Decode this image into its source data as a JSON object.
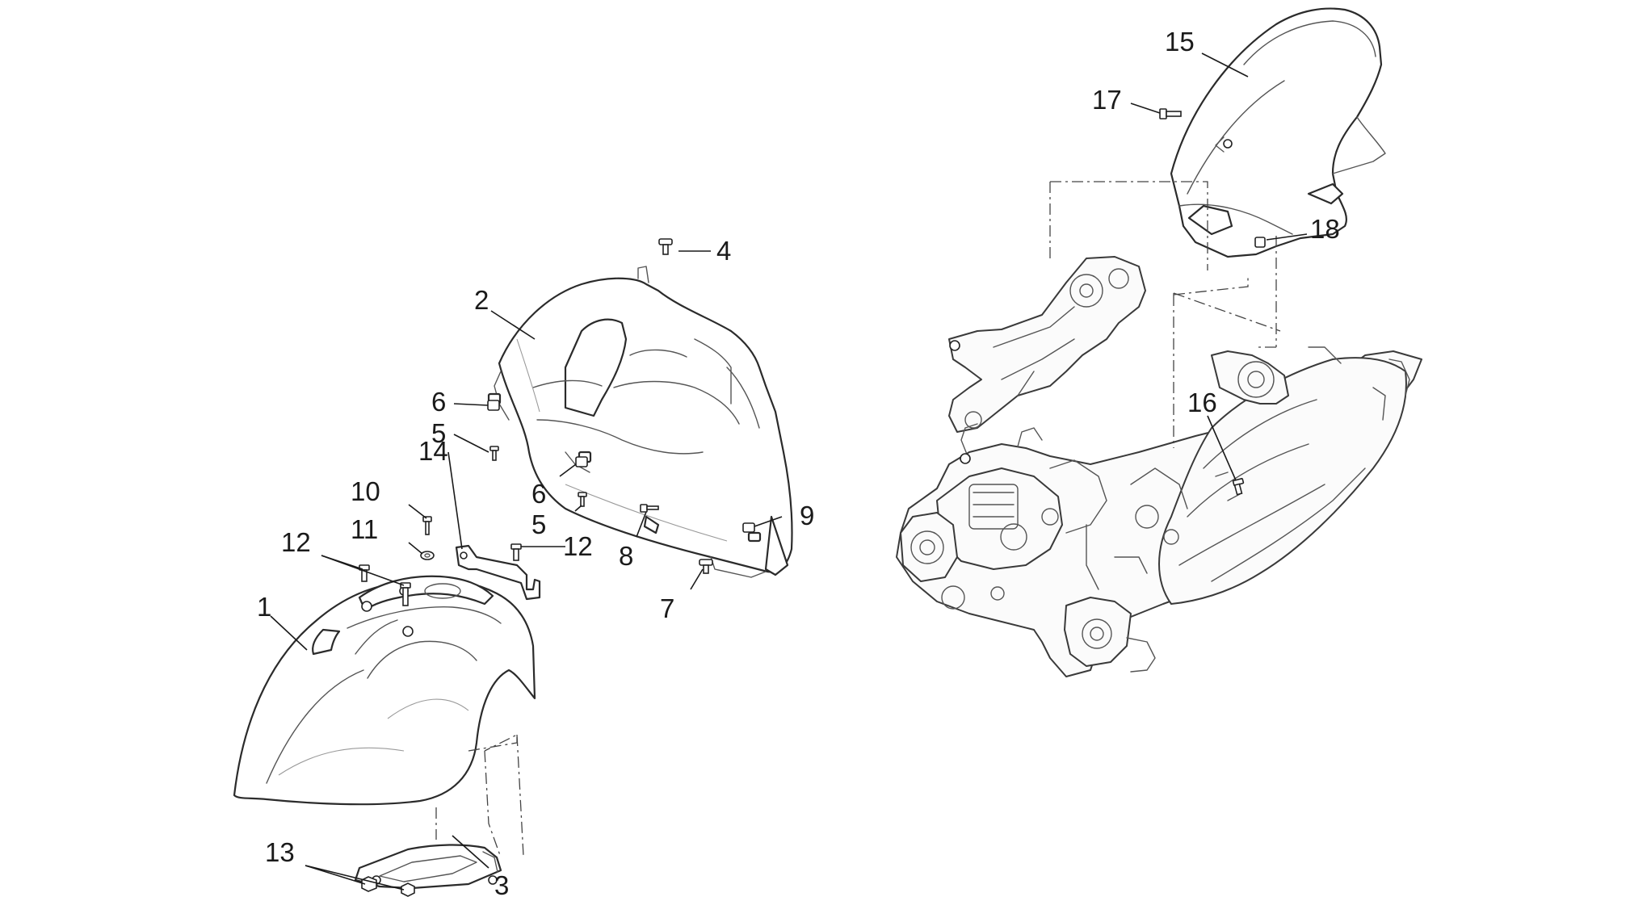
{
  "title": "",
  "callouts": {
    "c1": "1",
    "c2": "2",
    "c3": "3",
    "c4": "4",
    "c5a": "5",
    "c5b": "5",
    "c6a": "6",
    "c6b": "6",
    "c7": "7",
    "c8": "8",
    "c9": "9",
    "c10": "10",
    "c11": "11",
    "c12a": "12",
    "c12b": "12",
    "c13": "13",
    "c14": "14",
    "c15": "15",
    "c16": "16",
    "c17": "17",
    "c18": "18"
  },
  "parts": [
    "front-mudguard",
    "inner-shield",
    "mudguard-bracket",
    "screw",
    "screw",
    "clip",
    "screw",
    "screw",
    "clip",
    "bolt",
    "washer",
    "screw",
    "nut",
    "bracket",
    "rear-mudguard",
    "screw",
    "screw",
    "clip",
    "engine-unit",
    "engine-mount"
  ]
}
